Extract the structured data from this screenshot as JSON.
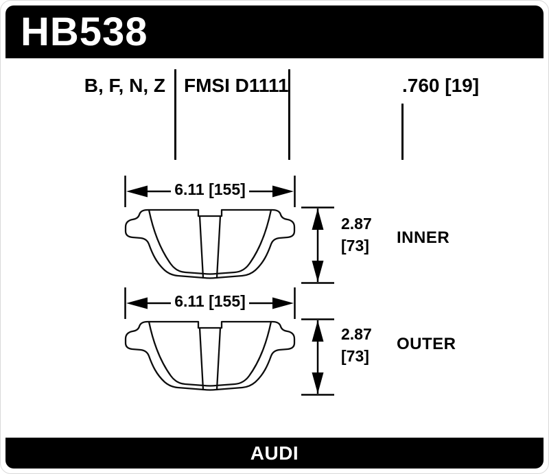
{
  "header": {
    "part_number": "HB538"
  },
  "spec_row": {
    "compounds": "B, F, N, Z",
    "fmsi": "FMSI D1111",
    "pad_thickness": ".760 [19]"
  },
  "figures": [
    {
      "label": "INNER",
      "width_dim": "6.11 [155]",
      "thickness_in": "2.87",
      "thickness_mm": "[73]"
    },
    {
      "label": "OUTER",
      "width_dim": "6.11 [155]",
      "thickness_in": "2.87",
      "thickness_mm": "[73]"
    }
  ],
  "footer": {
    "application": "AUDI"
  },
  "colors": {
    "bar_bg": "#000000",
    "bar_fg": "#ffffff",
    "line": "#000000",
    "page_bg": "#ffffff"
  }
}
